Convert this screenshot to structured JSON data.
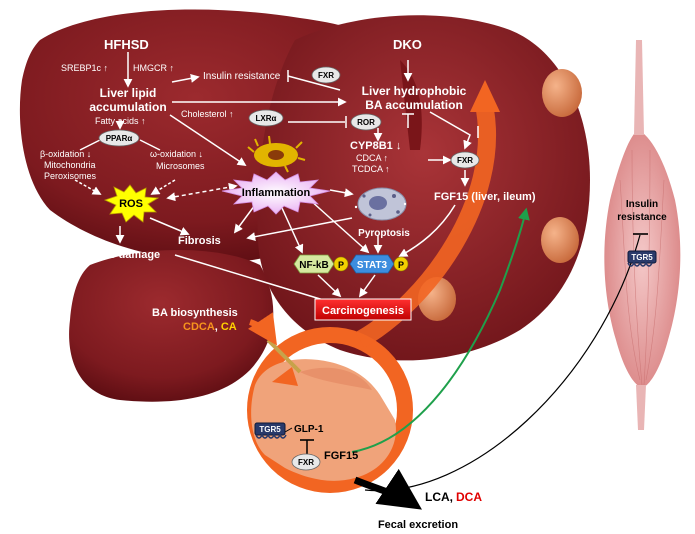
{
  "hfhsd": "HFHSD",
  "dko": "DKO",
  "srebp": "SREBP1c ↑",
  "hmgcr": "HMGCR ↑",
  "insulin_resistance": "Insulin resistance",
  "liver_lipid_1": "Liver lipid",
  "liver_lipid_2": "accumulation",
  "liver_ba_1": "Liver hydrophobic",
  "liver_ba_2": "BA accumulation",
  "fatty_acids": "Fatty acids ↑",
  "cholesterol": "Cholesterol ↑",
  "ppar": "PPARα",
  "lxr": "LXRα",
  "ror": "ROR",
  "fxr": "FXR",
  "beta_ox_1": "β-oxidation ↓",
  "beta_ox_2": "Mitochondria",
  "beta_ox_3": "Peroxisomes",
  "omega_ox_1": "ω-oxidation ↓",
  "omega_ox_2": "Microsomes",
  "cyp": "CYP8B1 ↓",
  "cdca_up": "CDCA ↑",
  "tcdca_up": "TCDCA ↑",
  "ros": "ROS",
  "inflammation": "Inflammation",
  "fgf15_liver": "FGF15 (liver, ileum)",
  "pyroptosis": "Pyroptosis",
  "fibrosis": "Fibrosis",
  "oxidative": "Oxidative damage",
  "nfkb": "NF-kB",
  "stat3": "STAT3",
  "p": "P",
  "carcino": "Carcinogenesis",
  "ba_bio": "BA biosynthesis",
  "cdca": "CDCA",
  "comma": ",",
  "ca": "CA",
  "tgr5": "TGR5",
  "glp1": "GLP-1",
  "fgf15": "FGF15",
  "muscle_ir_1": "Insulin",
  "muscle_ir_2": "resistance",
  "lca": "LCA,",
  "dca": "DCA",
  "fecal": "Fecal excretion",
  "colors": {
    "liver": "#8a1f23",
    "liver_dark": "#5e0f14",
    "orange": "#f26522",
    "green": "#1fa04b",
    "ros": "#ffff00",
    "carcino": "#e00000",
    "stat3": "#3c8dde",
    "nfkb": "#d6e9a0",
    "p": "#f2d000",
    "muscle": "#e8a0a0"
  }
}
